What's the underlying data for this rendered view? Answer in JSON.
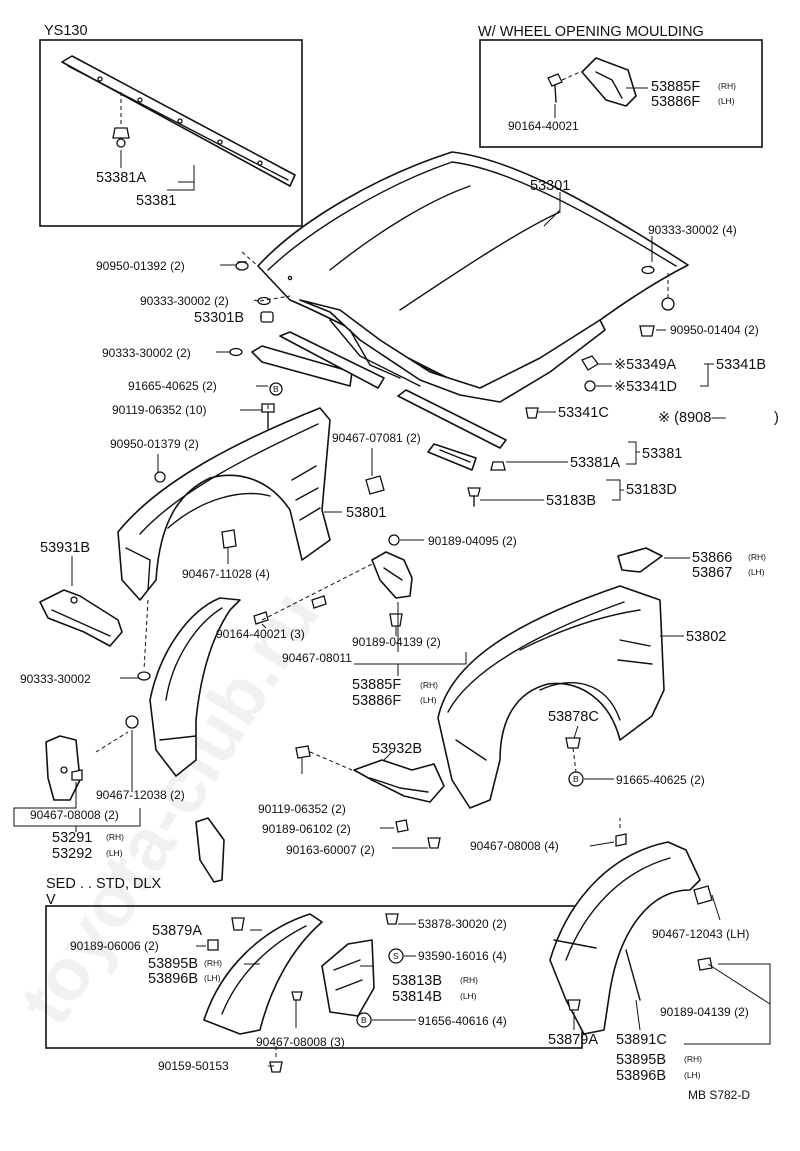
{
  "diagram": {
    "watermark": "toyota-club.ru",
    "inset_ys": {
      "title": "YS130",
      "labels": [
        "53381A",
        "53381"
      ]
    },
    "inset_wheel": {
      "title": "W/ WHEEL OPENING MOULDING",
      "bolt": "90164-40021",
      "part_rh": "53885F",
      "part_lh": "53886F",
      "rh_tag": "(RH)",
      "lh_tag": "(LH)"
    },
    "variant": {
      "asterisk_note": "※ (8908—",
      "asterisk_close": ")"
    },
    "labels": {
      "hood": "53301",
      "p90333_4": "90333-30002 (4)",
      "p90950_01392": "90950-01392 (2)",
      "p90333_2a": "90333-30002 (2)",
      "p53301B": "53301B",
      "p90950_01404": "90950-01404 (2)",
      "p90333_2b": "90333-30002 (2)",
      "p53349A": "※53349A",
      "p53341B": "53341B",
      "p91665_40625_2a": "91665-40625 (2)",
      "p53341D": "※53341D",
      "p90119_06352_10": "90119-06352 (10)",
      "p53341C": "53341C",
      "p90950_01379": "90950-01379 (2)",
      "p90467_07081": "90467-07081 (2)",
      "p53381": "53381",
      "p53381A": "53381A",
      "p53183D": "53183D",
      "p53183B": "53183B",
      "p53801": "53801",
      "p53931B": "53931B",
      "p90189_04095": "90189-04095 (2)",
      "p90467_11028": "90467-11028 (4)",
      "p53866": "53866",
      "p53867": "53867",
      "rh": "(RH)",
      "lh": "(LH)",
      "p90164_40021_3": "90164-40021 (3)",
      "p90189_04139_2a": "90189-04139 (2)",
      "p90467_08011": "90467-08011",
      "p53802": "53802",
      "p90333_30002": "90333-30002",
      "p53885F": "53885F",
      "p53886F": "53886F",
      "p53878C": "53878C",
      "p53932B": "53932B",
      "p91665_40625_2b": "91665-40625 (2)",
      "p90467_12038": "90467-12038 (2)",
      "p90467_08008_2": "90467-08008 (2)",
      "p90119_06352_2": "90119-06352 (2)",
      "p53291": "53291",
      "p53292": "53292",
      "p90189_06102": "90189-06102 (2)",
      "p90163_60007": "90163-60007 (2)",
      "p90467_08008_4": "90467-08008 (4)",
      "sed_note": "SED . . STD, DLX",
      "sed_v": "V",
      "p53879A_a": "53879A",
      "p53878_30020": "53878-30020 (2)",
      "p90189_06006": "90189-06006 (2)",
      "p93590_16016": "93590-16016 (4)",
      "p53895B_a": "53895B",
      "p53896B_a": "53896B",
      "p53813B": "53813B",
      "p53814B": "53814B",
      "p90467_12043": "90467-12043 (LH)",
      "p91656_40616": "91656-40616 (4)",
      "p90467_08008_3": "90467-08008 (3)",
      "p90189_04139_2b": "90189-04139 (2)",
      "p90159_50153": "90159-50153",
      "p53879A_b": "53879A",
      "p53891C": "53891C",
      "p53895B_b": "53895B",
      "p53896B_b": "53896B",
      "mark_b": "B",
      "mark_s": "S",
      "code": "MB S782-D"
    }
  }
}
